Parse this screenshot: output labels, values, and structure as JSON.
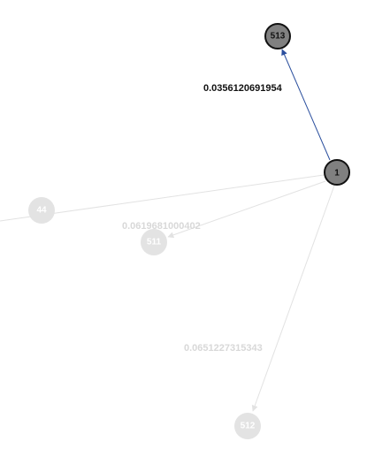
{
  "graph": {
    "nodes": [
      {
        "id": "513",
        "label": "513",
        "state": "highlighted"
      },
      {
        "id": "1",
        "label": "1",
        "state": "highlighted"
      },
      {
        "id": "44",
        "label": "44",
        "state": "faded"
      },
      {
        "id": "511",
        "label": "511",
        "state": "faded"
      },
      {
        "id": "512",
        "label": "512",
        "state": "faded"
      }
    ],
    "edges": [
      {
        "source": "1",
        "target": "513",
        "weight_label": "0.0356120691954",
        "state": "highlighted",
        "directed": true
      },
      {
        "source": "1",
        "target": "44",
        "weight_label": "",
        "state": "faded",
        "directed": false
      },
      {
        "source": "1",
        "target": "511",
        "weight_label": "0.0619681000402",
        "state": "faded",
        "directed": true
      },
      {
        "source": "1",
        "target": "512",
        "weight_label": "0.0651227315343",
        "state": "faded",
        "directed": true
      }
    ],
    "colors": {
      "highlighted_node_fill": "#808080",
      "highlighted_node_stroke": "#111111",
      "highlighted_edge": "#2b4f9e",
      "highlighted_text": "#111111",
      "faded_node_fill": "#e3e3e3",
      "faded_edge": "#e2e2e2",
      "faded_text": "#d8d8d8"
    }
  }
}
